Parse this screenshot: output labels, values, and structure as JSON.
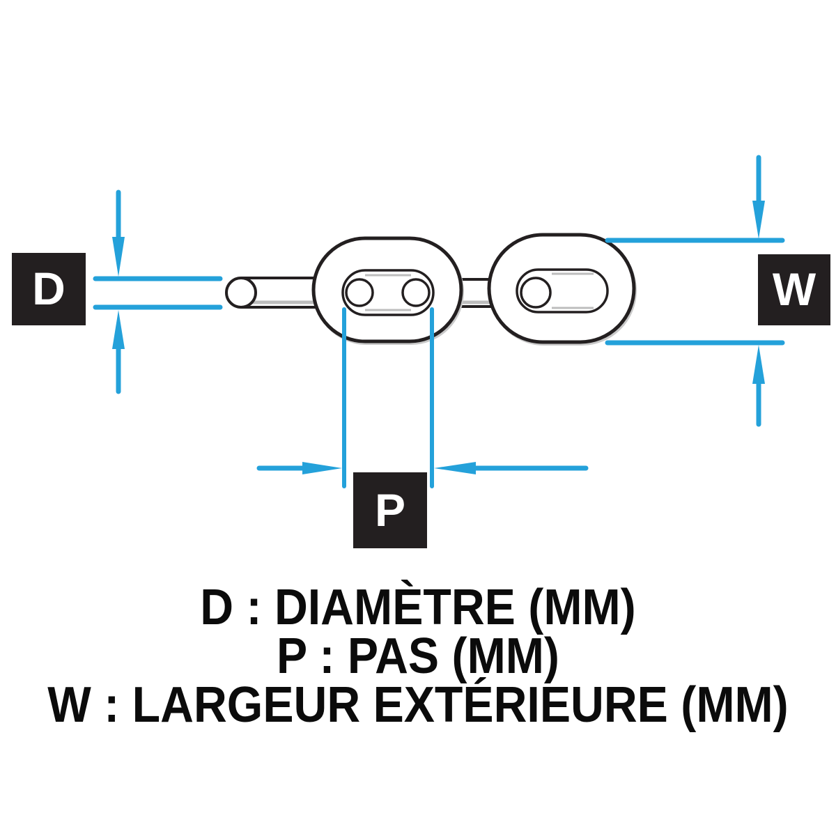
{
  "dimension_labels": {
    "d": "D",
    "p": "P",
    "w": "W"
  },
  "legend": {
    "d_line": "D : DIAMÈTRE (MM)",
    "p_line": "P : PAS (MM)",
    "w_line": "W : LARGEUR EXTÉRIEURE (MM)"
  },
  "colors": {
    "dimension_blue": "#24A1DA",
    "outline_black": "#231F20",
    "label_box_bg": "#231F20",
    "label_text": "#FFFFFF",
    "legend_text": "#0B0B0B"
  }
}
